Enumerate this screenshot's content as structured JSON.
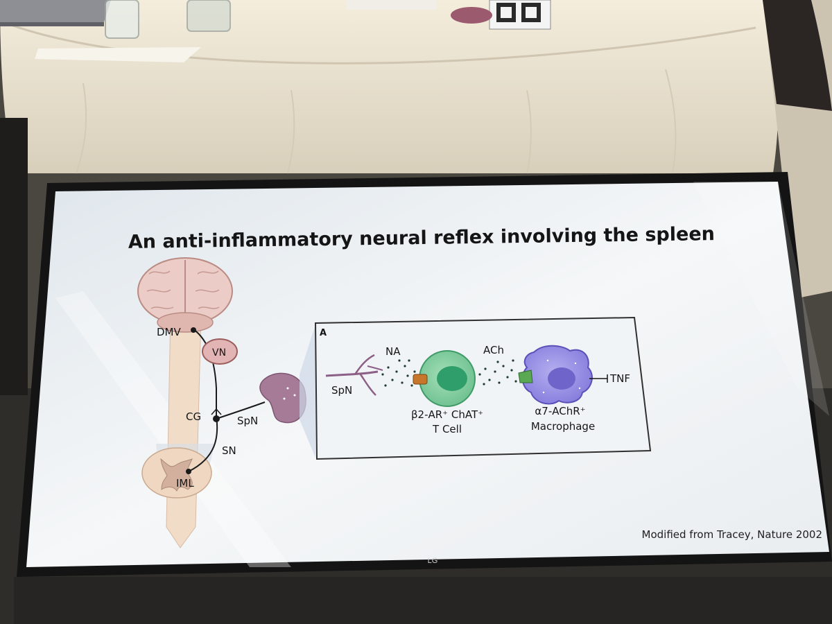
{
  "slide": {
    "title": "An anti-inflammatory neural reflex involving the spleen",
    "caption": "Modified from Tracey, Nature 2002",
    "labels": {
      "dmv": "DMV",
      "vn": "VN",
      "cg": "CG",
      "spn": "SpN",
      "sn": "SN",
      "iml": "IML"
    },
    "inset": {
      "panel": "A",
      "spn": "SpN",
      "na": "NA",
      "ach": "ACh",
      "tnf": "TNF",
      "tcell_line1": "β2-AR⁺ ChAT⁺",
      "tcell_line2": "T Cell",
      "macro_line1": "α7-AChR⁺",
      "macro_line2": "Macrophage"
    }
  },
  "monitor": {
    "brand": "LG"
  },
  "colors": {
    "screen": "#eef1f4",
    "bezel": "#141414",
    "tablecloth": "#ece4d2",
    "brain": "#e8c9c3",
    "vn_node": "#d9a6a6",
    "spleen": "#a67b97",
    "tcell": "#86cfa4",
    "tcell_nucleus": "#2f9e6a",
    "macrophage": "#9c95e6",
    "macro_nucleus": "#6e64c9",
    "spinal_cord": "#f0d7c2"
  }
}
